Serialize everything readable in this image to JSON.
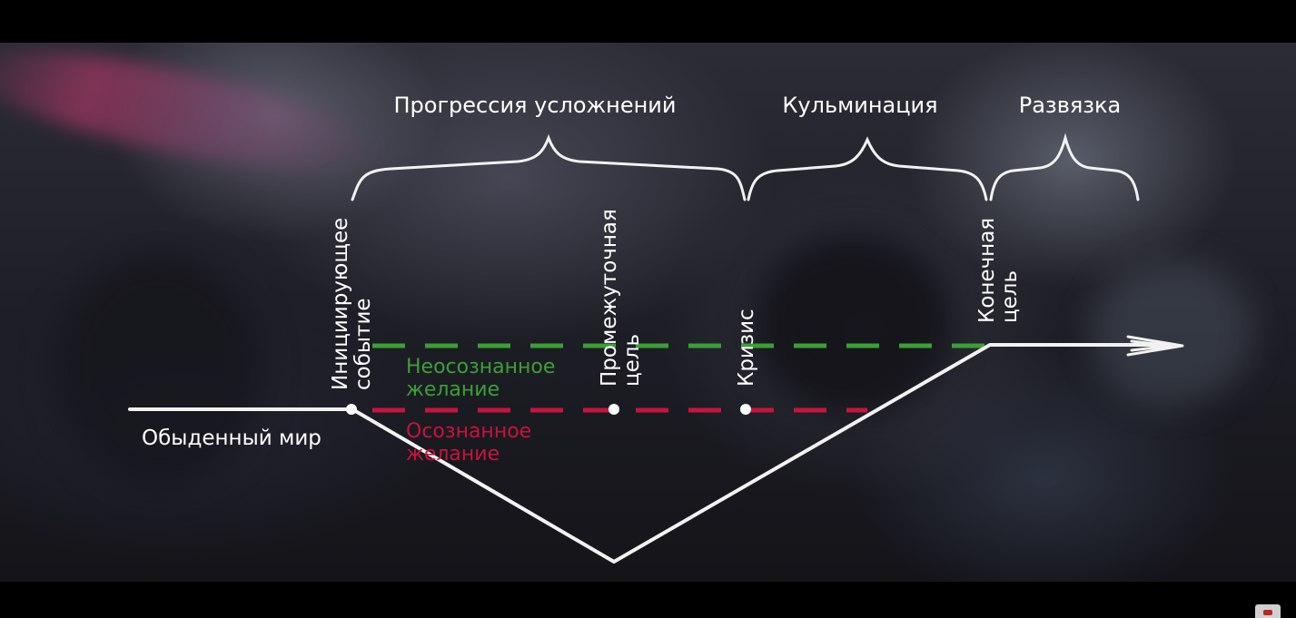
{
  "labels": {
    "progression": "Прогрессия усложнений",
    "climax": "Кульминация",
    "resolution": "Развязка",
    "inciting_line1": "Инициирующее",
    "inciting_line2": "событие",
    "intermediate_line1": "Промежуточная",
    "intermediate_line2": "цель",
    "crisis": "Кризис",
    "final_line1": "Конечная",
    "final_line2": "цель",
    "unconscious_line1": "Неосознанное",
    "unconscious_line2": "желание",
    "conscious_line1": "Осознанное",
    "conscious_line2": "желание",
    "ordinary_world": "Обыденный мир"
  },
  "colors": {
    "line": "#f2f2f2",
    "unconscious_desire": "#3aa036",
    "conscious_desire": "#c6143d",
    "letterbox": "#000000"
  }
}
